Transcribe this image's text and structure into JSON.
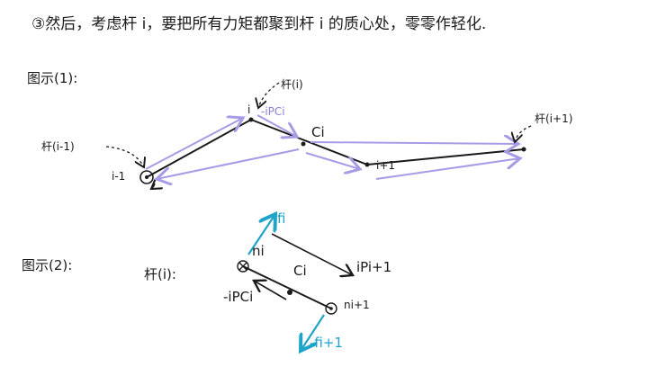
{
  "heading": "③然后，考虑杆 i，要把所有力矩都聚到杆 i 的质心处，零零作轻化.",
  "figure1": {
    "label": "图示(1):",
    "rod_i_label": "杆(i)",
    "rod_prev_label": "杆(i-1)",
    "rod_next_label": "杆(i+1)",
    "joint_i": "i",
    "joint_prev": "i-1",
    "joint_next": "i+1",
    "com_label": "Ci",
    "vector_label": "-iPCi"
  },
  "figure2": {
    "label": "图示(2):",
    "rod_label": "杆(i):",
    "force_i": "fi",
    "force_next": "-fi+1",
    "moment_i": "ni",
    "moment_next": "ni+1",
    "com_label": "Ci",
    "vector_p_next": "iPi+1",
    "vector_p_com": "-iPCi"
  },
  "colors": {
    "ink": "#1a1a1a",
    "purple": "#a79be6",
    "cyan": "#1fa3c9"
  }
}
